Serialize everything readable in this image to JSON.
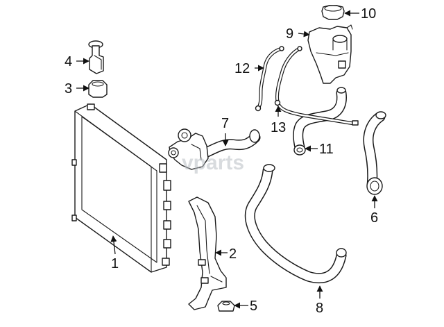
{
  "watermark": "vparts",
  "callouts": [
    {
      "id": "1",
      "label": "1"
    },
    {
      "id": "2",
      "label": "2"
    },
    {
      "id": "3",
      "label": "3"
    },
    {
      "id": "4",
      "label": "4"
    },
    {
      "id": "5",
      "label": "5"
    },
    {
      "id": "6",
      "label": "6"
    },
    {
      "id": "7",
      "label": "7"
    },
    {
      "id": "8",
      "label": "8"
    },
    {
      "id": "9",
      "label": "9"
    },
    {
      "id": "10",
      "label": "10"
    },
    {
      "id": "11",
      "label": "11"
    },
    {
      "id": "12",
      "label": "12"
    },
    {
      "id": "13",
      "label": "13"
    }
  ]
}
